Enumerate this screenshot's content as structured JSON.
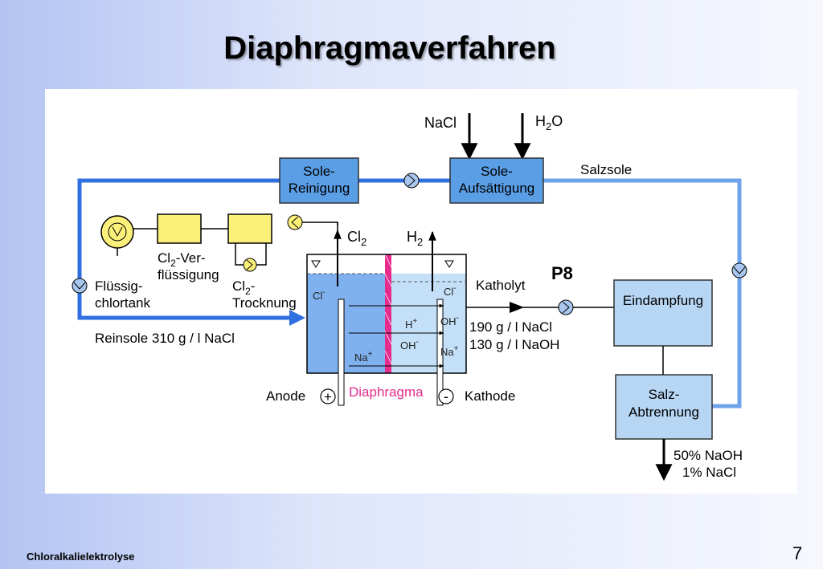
{
  "slide": {
    "title": "Diaphragmaverfahren",
    "footer": "Chloralkalielektrolyse",
    "page_number": "7"
  },
  "colors": {
    "pipe_blue": "#2f6fe0",
    "pipe_light": "#6ea3ec",
    "box_fill": "#b7d6f4",
    "box_strong": "#5a9ee6",
    "yellow": "#fbf07a",
    "pump_blue": "#a8c6ee",
    "diaphragm": "#e62b8c",
    "anolyte": "#7fb1ee",
    "catholyte": "#c4dff8"
  },
  "diagram": {
    "feeds": {
      "nacl": "NaCl",
      "h2o_main": "H",
      "h2o_sub": "2",
      "h2o_end": "O"
    },
    "boxes": {
      "sole_reinigung": [
        "Sole-",
        "Reinigung"
      ],
      "sole_aufsaettigung": [
        "Sole-",
        "Aufsättigung"
      ],
      "eindampfung": "Eindampfung",
      "salz_abtrennung": [
        "Salz-",
        "Abtrennung"
      ]
    },
    "labels": {
      "salzsole": "Salzsole",
      "fluessig": [
        "Flüssig-",
        "chlortank"
      ],
      "cl2_verfl_pre": "Cl",
      "cl2_verfl_sub": "2",
      "cl2_verfl_post": "-Ver-",
      "cl2_verfl_line2": "flüssigung",
      "cl2_trock_pre": "Cl",
      "cl2_trock_sub": "2",
      "cl2_trock_post": "-",
      "cl2_trock_line2": "Trocknung",
      "reinsole": "Reinsole 310 g / l NaCl",
      "cl2_gas_main": "Cl",
      "cl2_gas_sub": "2",
      "h2_gas_main": "H",
      "h2_gas_sub": "2",
      "katholyt": "Katholyt",
      "p8": "P8",
      "katholyt_nacl": "190 g / l NaCl",
      "katholyt_naoh": "130 g / l NaOH",
      "anode": "Anode",
      "plus": "+",
      "diaphragma": "Diaphragma",
      "minus": "-",
      "kathode": "Kathode",
      "product_naoh": "50% NaOH",
      "product_nacl": "1% NaCl"
    },
    "ions": {
      "cl_left": "Cl",
      "cl_right": "Cl",
      "minus": "-",
      "plus": "+",
      "h": "H",
      "oh": "OH",
      "oh_right": "OH",
      "na_left": "Na",
      "na_right": "Na"
    }
  }
}
